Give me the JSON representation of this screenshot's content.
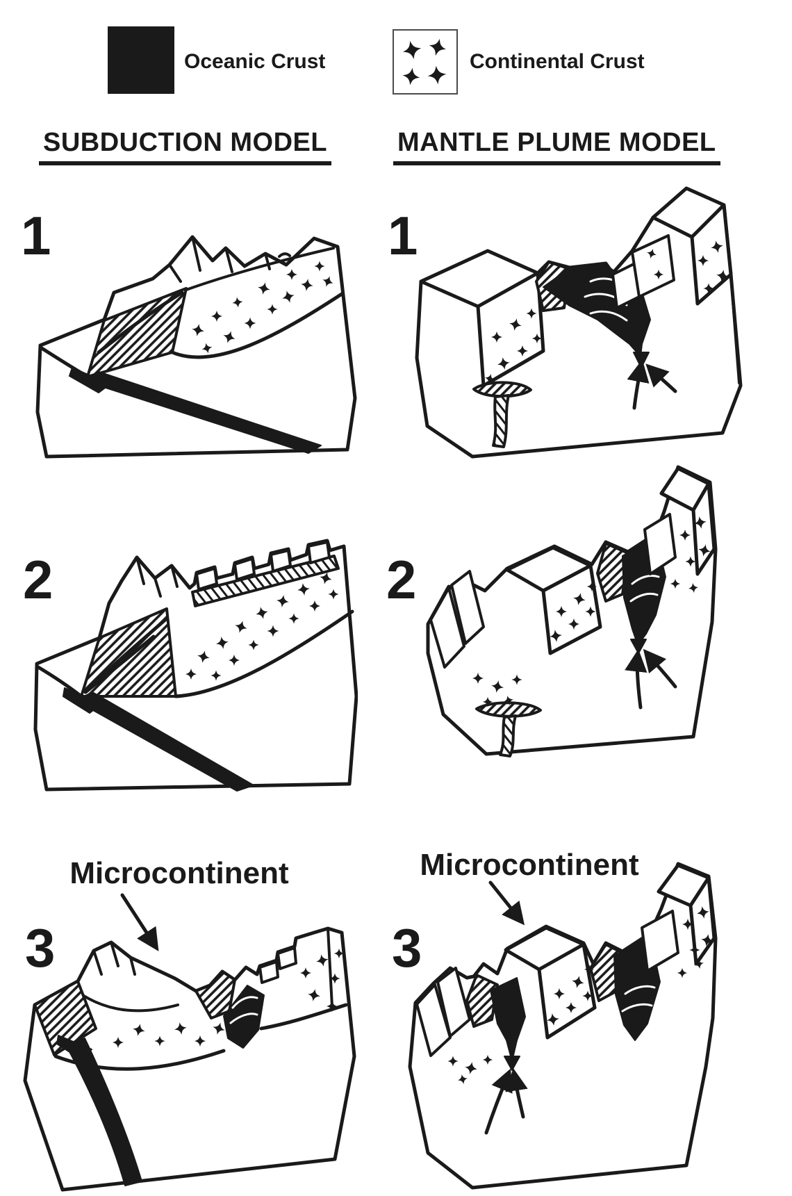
{
  "figure": {
    "background": "#ffffff",
    "ink": "#1a1a1a",
    "description": "Hand-drawn block diagrams comparing two models of microcontinent formation in three stages"
  },
  "legend": {
    "oceanic": {
      "label": "Oceanic Crust",
      "swatch": "filled-black-square"
    },
    "continental": {
      "label": "Continental Crust",
      "swatch": "white-square-with-four-pointed-stars"
    }
  },
  "columns": [
    {
      "title": "SUBDUCTION MODEL",
      "stages": [
        {
          "number": "1"
        },
        {
          "number": "2"
        },
        {
          "number": "3",
          "annotation": "Microcontinent"
        }
      ]
    },
    {
      "title": "MANTLE PLUME MODEL",
      "stages": [
        {
          "number": "1"
        },
        {
          "number": "2"
        },
        {
          "number": "3",
          "annotation": "Microcontinent"
        }
      ]
    }
  ]
}
